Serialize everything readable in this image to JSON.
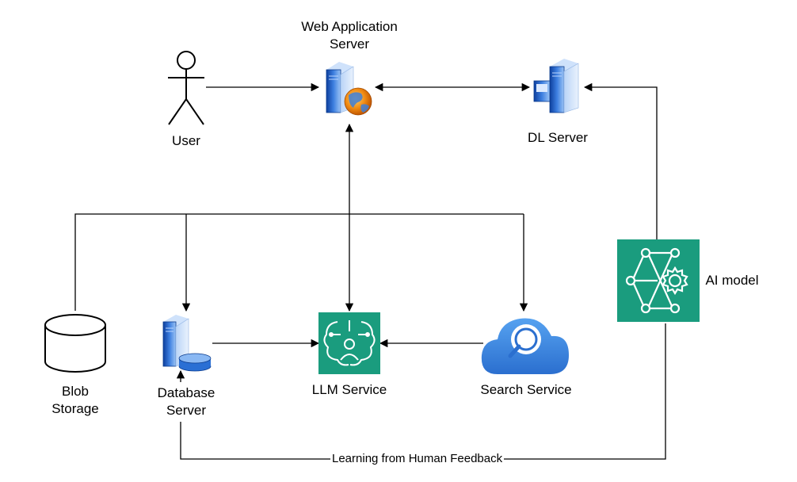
{
  "nodes": {
    "web_app_server": {
      "label_line1": "Web Application",
      "label_line2": "Server",
      "icon": "web-server-globe-icon"
    },
    "user": {
      "label": "User",
      "icon": "stick-figure-icon"
    },
    "dl_server": {
      "label": "DL Server",
      "icon": "server-tower-icon"
    },
    "ai_model": {
      "label": "AI model",
      "icon": "neural-network-gear-icon",
      "color": "#1a9c7e"
    },
    "blob_storage": {
      "label_line1": "Blob",
      "label_line2": "Storage",
      "icon": "cylinder-storage-icon"
    },
    "database_server": {
      "label_line1": "Database",
      "label_line2": "Server",
      "icon": "database-server-icon"
    },
    "llm_service": {
      "label": "LLM Service",
      "icon": "llm-brain-icon",
      "color": "#1a9c7e"
    },
    "search_service": {
      "label": "Search Service",
      "icon": "search-cloud-icon",
      "color": "#3b82d6"
    }
  },
  "edges": {
    "feedback": {
      "label": "Learning from Human Feedback"
    }
  },
  "colors": {
    "line": "#000000",
    "teal": "#1a9c7e",
    "cloud_blue": "#3b82d6",
    "server_blue": "#1f5fc4"
  }
}
